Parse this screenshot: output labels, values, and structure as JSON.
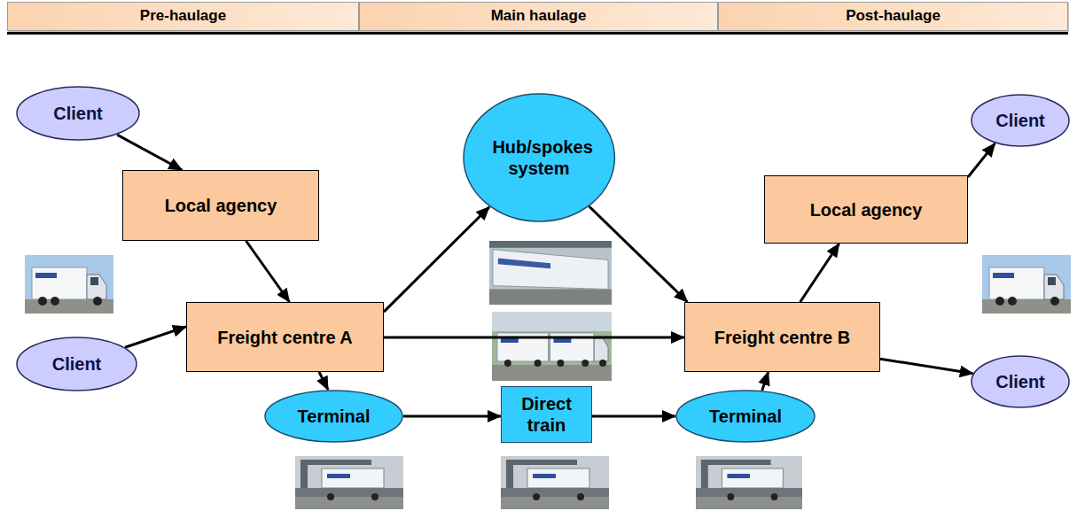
{
  "diagram": {
    "nodes": [
      {
        "text": [
          "Pre-haulage"
        ]
      },
      {
        "text": [
          "Main haulage"
        ]
      },
      {
        "text": [
          "Post-haulage"
        ]
      },
      {
        "text": [
          "Client"
        ]
      },
      {
        "text": [
          "Local agency"
        ]
      },
      {
        "text": [
          "Client"
        ]
      },
      {
        "text": [
          "Freight centre A"
        ]
      },
      {
        "text": [
          "Hub/spokes system"
        ]
      },
      {
        "text": [
          "Terminal"
        ]
      },
      {
        "text": [
          "Direct train"
        ]
      },
      {
        "text": [
          "Terminal"
        ]
      },
      {
        "text": [
          "Freight centre B"
        ]
      },
      {
        "text": [
          "Local agency"
        ]
      },
      {
        "text": [
          "Client"
        ]
      },
      {
        "text": [
          "Client"
        ]
      }
    ],
    "edges": [
      {
        "from": 3,
        "to": 4,
        "arrow": "to"
      },
      {
        "from": 4,
        "to": 6,
        "arrow": "to"
      },
      {
        "from": 5,
        "to": 6,
        "arrow": "to"
      },
      {
        "from": 6,
        "to": 7,
        "arrow": "to"
      },
      {
        "from": 6,
        "to": 11,
        "arrow": "to"
      },
      {
        "from": 6,
        "to": 8,
        "arrow": "to"
      },
      {
        "from": 7,
        "to": 11,
        "arrow": "to"
      },
      {
        "from": 8,
        "to": 9,
        "arrow": "to"
      },
      {
        "from": 9,
        "to": 10,
        "arrow": "to"
      },
      {
        "from": 10,
        "to": 11,
        "arrow": "to"
      },
      {
        "from": 11,
        "to": 12,
        "arrow": "to"
      },
      {
        "from": 12,
        "to": 13,
        "arrow": "to"
      },
      {
        "from": 11,
        "to": 14,
        "arrow": "to"
      }
    ]
  }
}
